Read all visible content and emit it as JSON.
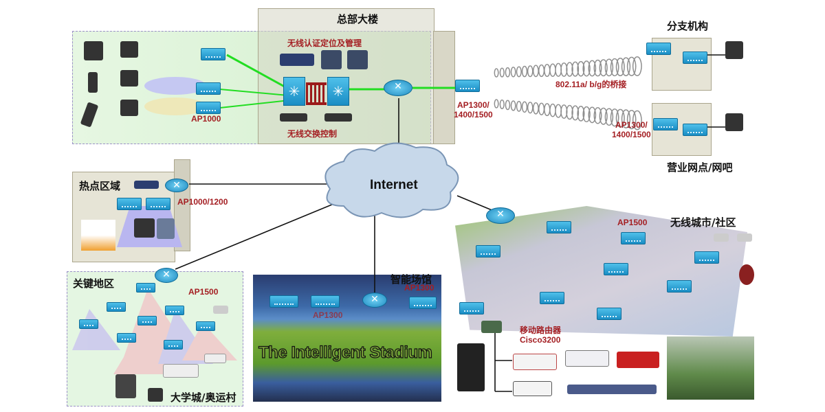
{
  "hq": {
    "title": "总部大楼",
    "mgmt_label": "无线认证定位及管理",
    "switch_label": "无线交换控制",
    "left_ap_label": "AP1000",
    "bridge_ap_label": "AP1300/\n1400/1500"
  },
  "bridge": {
    "label": "802.11a/ b/g的桥接"
  },
  "branch": {
    "title": "分支机构"
  },
  "outlet": {
    "title": "营业网点/网吧",
    "ap_label": "AP1300/\n1400/1500"
  },
  "internet": {
    "label": "Internet"
  },
  "hotspot": {
    "title": "热点区域",
    "ap_label": "AP1000/1200"
  },
  "key_area": {
    "title": "关键地区",
    "ap_label": "AP1500",
    "subtitle": "大学城/奥运村"
  },
  "stadium": {
    "title": "智能场馆",
    "ap_label": "AP1300",
    "inner_ap_label": "AP1300",
    "banner": "The Intelligent Stadium"
  },
  "city": {
    "title": "无线城市/社区",
    "ap_label": "AP1500",
    "mobile_router_label": "移动路由器",
    "mobile_router_model": "Cisco3200"
  },
  "colors": {
    "label_red": "#a41e22",
    "link_green": "#22dd22",
    "device_blue": "#1a8dc4"
  }
}
